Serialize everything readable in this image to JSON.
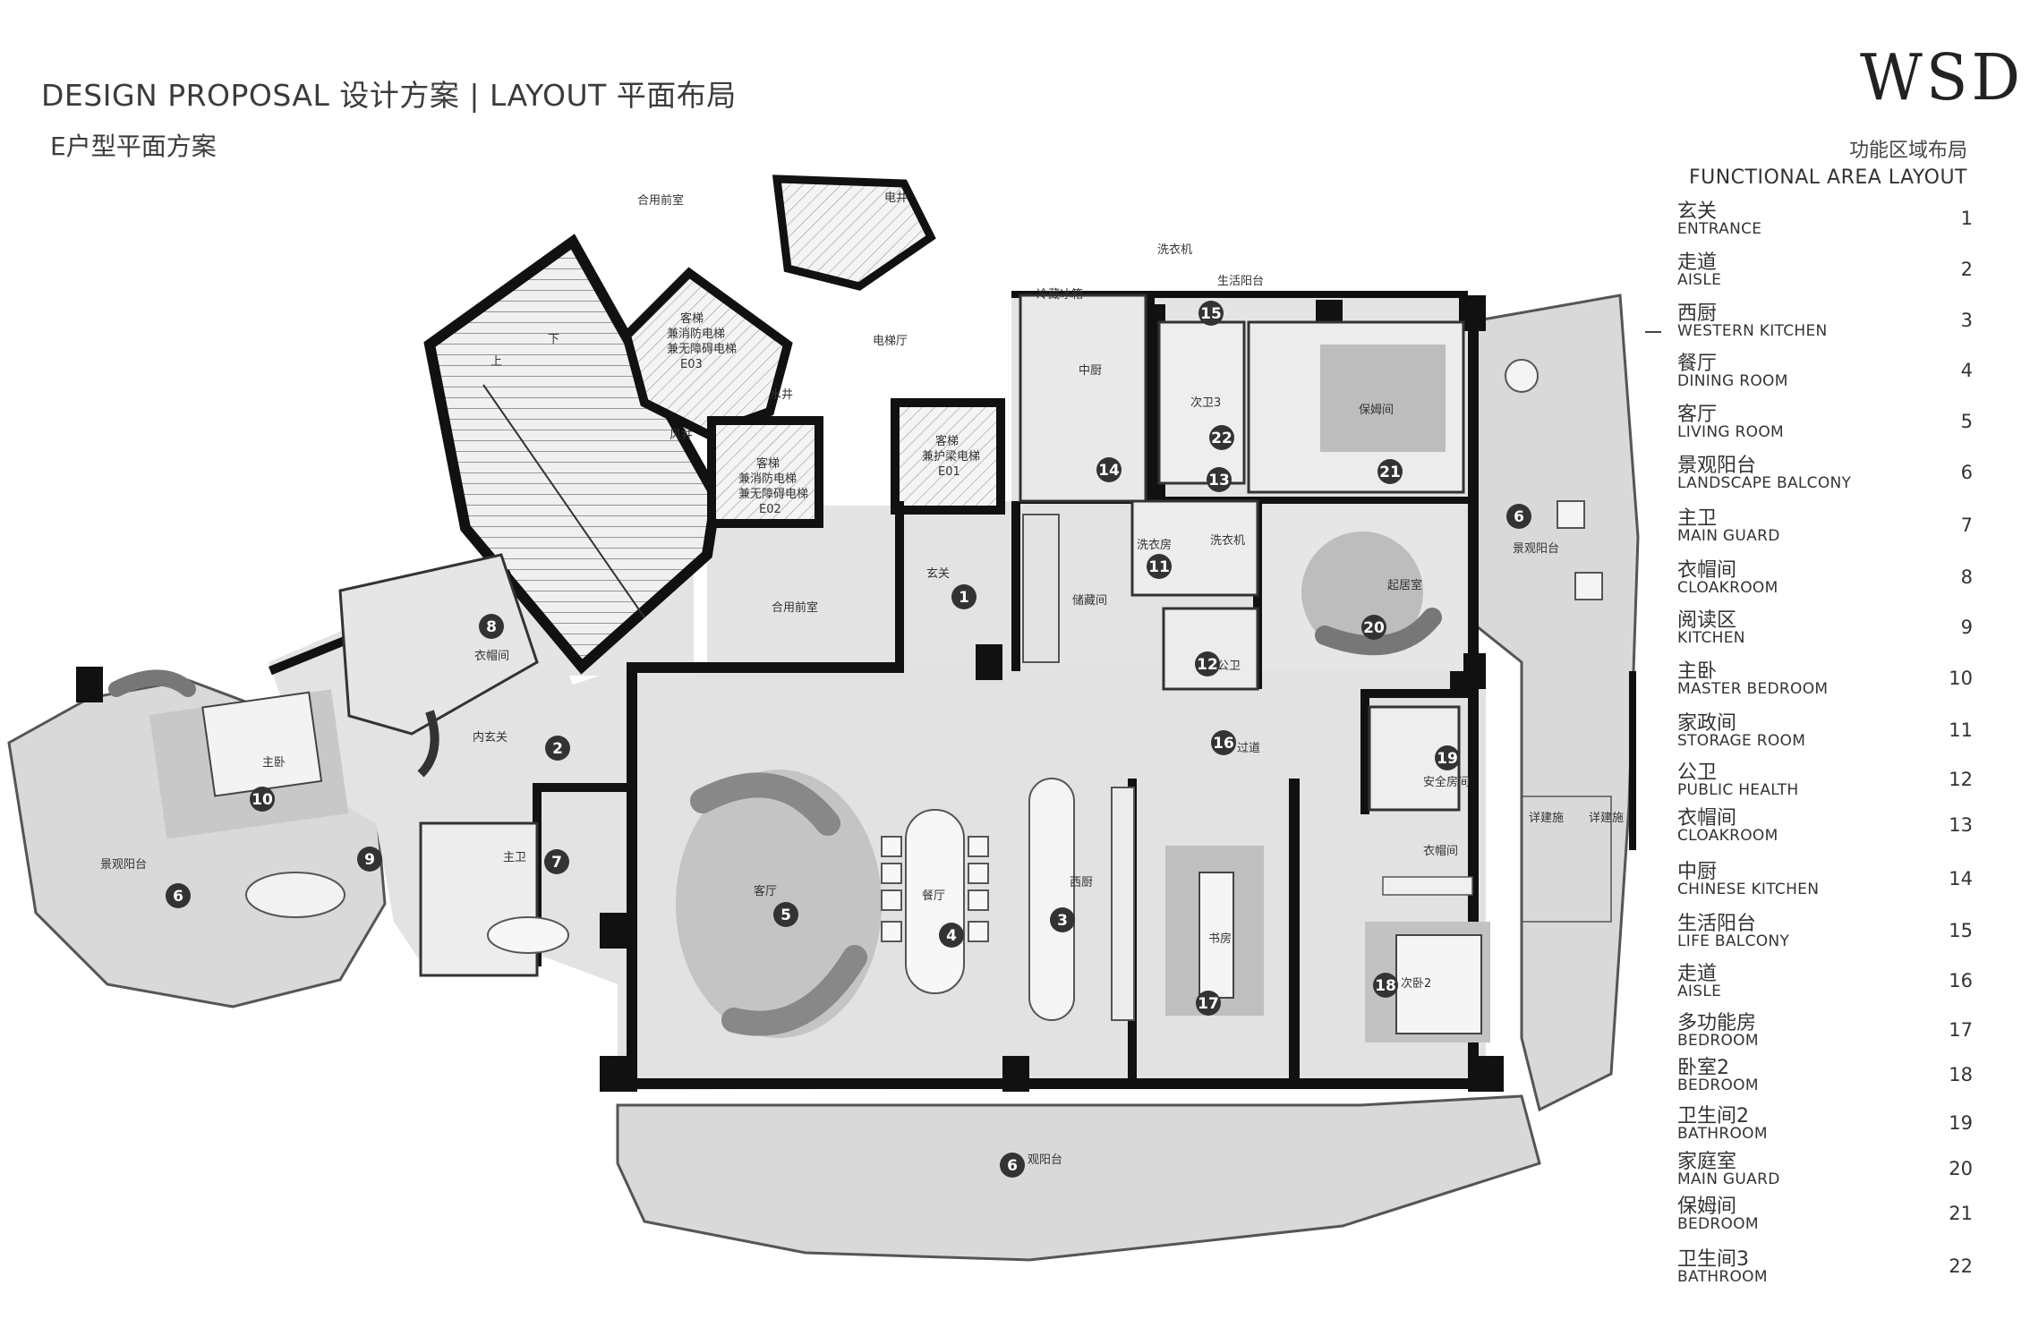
{
  "header": {
    "title": "DESIGN PROPOSAL 设计方案 | LAYOUT 平面布局",
    "subtitle": "E户型平面方案",
    "logo": "WSD"
  },
  "legend": {
    "heading_cn": "功能区域布局",
    "heading_en": "FUNCTIONAL AREA LAYOUT",
    "items": [
      {
        "cn": "玄关",
        "en": "ENTRANCE",
        "num": "1"
      },
      {
        "cn": "走道",
        "en": "AISLE",
        "num": "2"
      },
      {
        "cn": "西厨",
        "en": "WESTERN KITCHEN",
        "num": "3"
      },
      {
        "cn": "餐厅",
        "en": "DINING ROOM",
        "num": "4"
      },
      {
        "cn": "客厅",
        "en": "LIVING ROOM",
        "num": "5"
      },
      {
        "cn": "景观阳台",
        "en": "LANDSCAPE BALCONY",
        "num": "6"
      },
      {
        "cn": "主卫",
        "en": "MAIN GUARD",
        "num": "7"
      },
      {
        "cn": "衣帽间",
        "en": "CLOAKROOM",
        "num": "8"
      },
      {
        "cn": "阅读区",
        "en": "KITCHEN",
        "num": "9"
      },
      {
        "cn": "主卧",
        "en": "MASTER BEDROOM",
        "num": "10"
      },
      {
        "cn": "家政间",
        "en": "STORAGE ROOM",
        "num": "11"
      },
      {
        "cn": "公卫",
        "en": "PUBLIC HEALTH",
        "num": "12"
      },
      {
        "cn": "衣帽间",
        "en": "CLOAKROOM",
        "num": "13"
      },
      {
        "cn": "中厨",
        "en": "CHINESE KITCHEN",
        "num": "14"
      },
      {
        "cn": "生活阳台",
        "en": "LIFE BALCONY",
        "num": "15"
      },
      {
        "cn": "走道",
        "en": "AISLE",
        "num": "16"
      },
      {
        "cn": "多功能房",
        "en": "BEDROOM",
        "num": "17"
      },
      {
        "cn": "卧室2",
        "en": "BEDROOM",
        "num": "18"
      },
      {
        "cn": "卫生间2",
        "en": "BATHROOM",
        "num": "19"
      },
      {
        "cn": "家庭室",
        "en": "MAIN GUARD",
        "num": "20"
      },
      {
        "cn": "保姆间",
        "en": "BEDROOM",
        "num": "21"
      },
      {
        "cn": "卫生间3",
        "en": "BATHROOM",
        "num": "22"
      }
    ]
  },
  "plan": {
    "room_labels": {
      "heyong_top": "合用前室",
      "dianjing": "电井",
      "keti_a": "客梯",
      "keti_a2": "兼消防电梯",
      "keti_a3": "兼无障碍电梯",
      "keti_a_code": "E03",
      "dianti_ting": "电梯厅",
      "shuijing": "水井",
      "fengjing": "风井",
      "keti_b": "客梯",
      "keti_b2": "兼消防电梯",
      "keti_b3": "兼无障碍电梯",
      "keti_b_code": "E02",
      "keti_c": "客梯",
      "keti_c2": "兼护梁电梯",
      "keti_c_code": "E01",
      "heyong_mid": "合用前室",
      "xuanguan": "玄关",
      "chucang": "储藏间",
      "zhongchu": "中厨",
      "lengcang": "冷藏冰箱",
      "shenghuo_yangtai": "生活阳台",
      "xiyiji": "洗衣机",
      "ciwei3": "次卫3",
      "baomu": "保姆间",
      "xiyifang": "洗衣房",
      "xiyiji2": "洗衣机",
      "qijushi": "起居室",
      "gongwei": "公卫",
      "jingguan_right": "景观阳台",
      "guodao": "过道",
      "anquan": "安全房间",
      "yimao_left": "衣帽间",
      "neixuanguan": "内玄关",
      "zhuwo": "主卧",
      "zhuwei": "主卫",
      "jingguan_left": "景观阳台",
      "keting": "客厅",
      "canting": "餐厅",
      "xichu": "西厨",
      "shufang": "书房",
      "yimao_right": "衣帽间",
      "ciwo2": "次卧2",
      "jingguan_bottom": "观阳台",
      "xiangjian1": "详建施",
      "xiangjian2": "详建施",
      "shang": "上",
      "xia": "下"
    }
  }
}
